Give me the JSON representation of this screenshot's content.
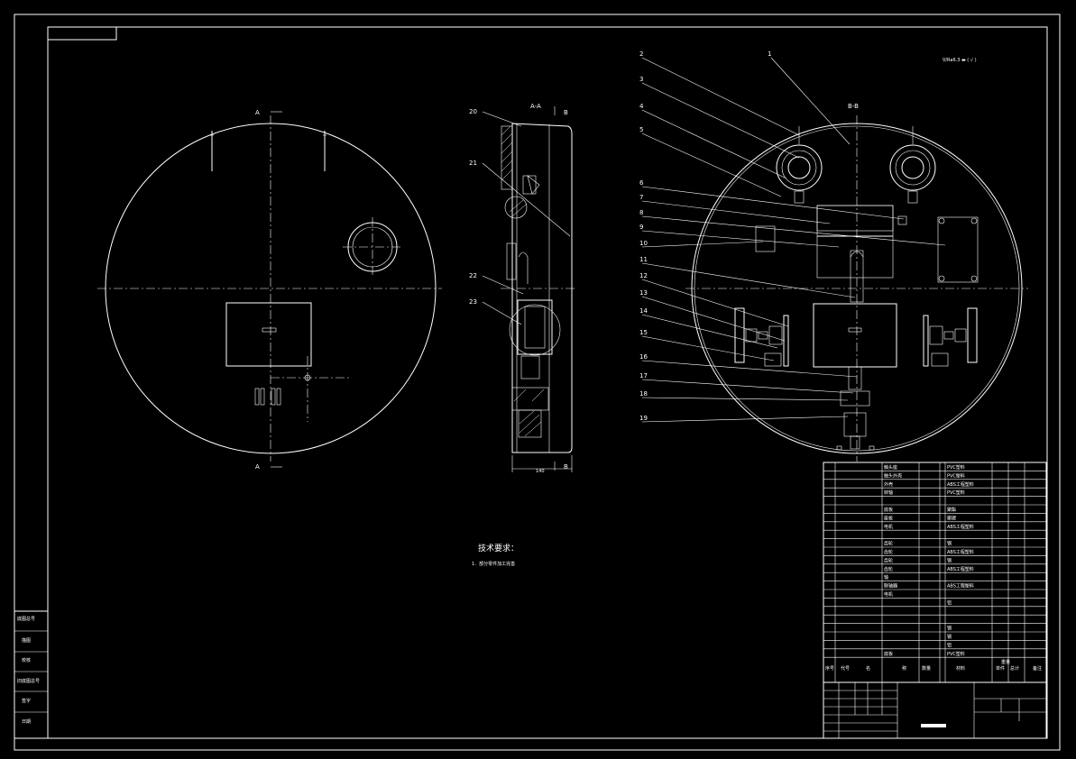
{
  "section_labels": {
    "view_a_top": "A",
    "view_a_bottom": "A",
    "section_aa": "A-A",
    "section_aa_b_top": "B",
    "section_aa_b_bottom": "B",
    "section_bb": "B-B",
    "dimension_140": "140"
  },
  "leaders_left_section": [
    "20",
    "21",
    "22",
    "23"
  ],
  "leaders_right_view": [
    "2",
    "3",
    "4",
    "5",
    "6",
    "7",
    "8",
    "9",
    "10",
    "11",
    "12",
    "13",
    "14",
    "15",
    "16",
    "17",
    "18",
    "19"
  ],
  "leader_top": "1",
  "roughness_note": "∇/Ra6.3 ▬ ( √ )",
  "technical_requirements": {
    "title": "技术要求：",
    "items": [
      "1．部分零件加工完善"
    ]
  },
  "left_sidebar": [
    "底图总号",
    "描图",
    "校核",
    "旧底图总号",
    "签字",
    "日期"
  ],
  "parts_table": {
    "rows": [
      {
        "name": "触头座",
        "material": "PVC塑料"
      },
      {
        "name": "触头外壳",
        "material": "PVC塑料"
      },
      {
        "name": "外壳",
        "material": "ABS工程塑料"
      },
      {
        "name": "转轴",
        "material": "PVC塑料"
      },
      {
        "name": "",
        "material": ""
      },
      {
        "name": "底板",
        "material": "聚酯"
      },
      {
        "name": "座板",
        "material": "聚碳"
      },
      {
        "name": "电机",
        "material": "ABS工程塑料"
      },
      {
        "name": "",
        "material": ""
      },
      {
        "name": "齿轮",
        "material": "钢"
      },
      {
        "name": "齿轮",
        "material": "ABS工程塑料"
      },
      {
        "name": "齿轮",
        "material": "钢"
      },
      {
        "name": "齿轮",
        "material": "ABS工程塑料"
      },
      {
        "name": "轴",
        "material": ""
      },
      {
        "name": "联轴器",
        "material": "ABS工程塑料"
      },
      {
        "name": "电机",
        "material": ""
      },
      {
        "name": "",
        "material": "铝"
      },
      {
        "name": "",
        "material": ""
      },
      {
        "name": "",
        "material": ""
      },
      {
        "name": "",
        "material": "钢"
      },
      {
        "name": "",
        "material": "钢"
      },
      {
        "name": "",
        "material": "铝"
      },
      {
        "name": "底板",
        "material": "PVC塑料"
      }
    ],
    "header": [
      "序号",
      "代号",
      "名",
      "称",
      "数量",
      "材料",
      "单件",
      "总计",
      "备注"
    ],
    "header_sub": [
      "重量"
    ]
  }
}
